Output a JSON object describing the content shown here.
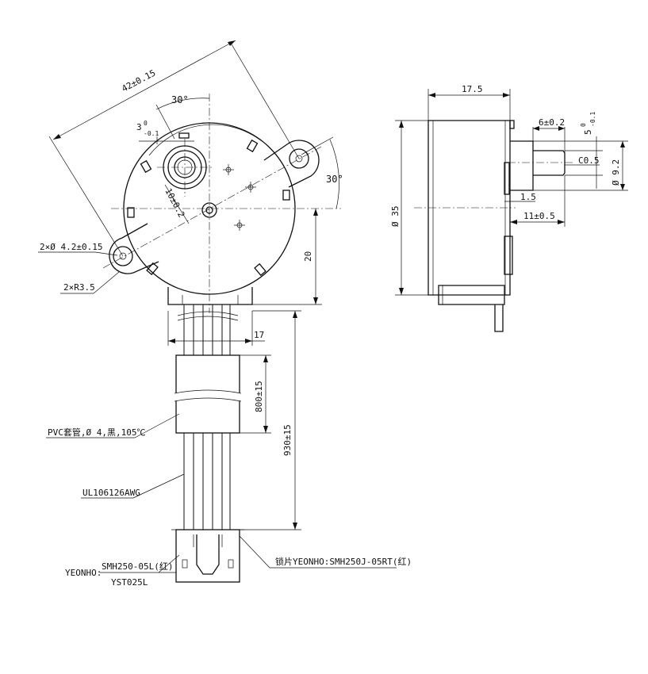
{
  "drawing": {
    "dims": {
      "d_42": "42±0.15",
      "d_30_top": "30°",
      "d_3": "3",
      "d_3_tol_sup": "0",
      "d_3_tol_sub": "-0.1",
      "d_10": "10±0.2",
      "d_30_right": "30°",
      "d_20": "20",
      "d_17": "17",
      "d_800": "800±15",
      "d_930": "930±15",
      "hole_callout": "2×Ø 4.2±0.15",
      "radius_callout": "2×R3.5",
      "side_17_5": "17.5",
      "side_6": "6±0.2",
      "side_5": "5",
      "side_5_tol_sup": "0",
      "side_5_tol_sub": "-0.1",
      "side_c05": "C0.5",
      "side_d92": "Ø 9.2",
      "side_d35": "Ø 35",
      "side_1_5": "1.5",
      "side_11": "11±0.5"
    },
    "labels": {
      "pvc": "PVC套管,Ø 4,黑,105℃",
      "ul": "UL106126AWG",
      "yeonho_prefix": "YEONHO:",
      "yeonho_housing": "SMH250-05L(红)",
      "yeonho_terminal": "YST025L",
      "lock": "锁片YEONHO:SMH250J-05RT(红)"
    }
  }
}
